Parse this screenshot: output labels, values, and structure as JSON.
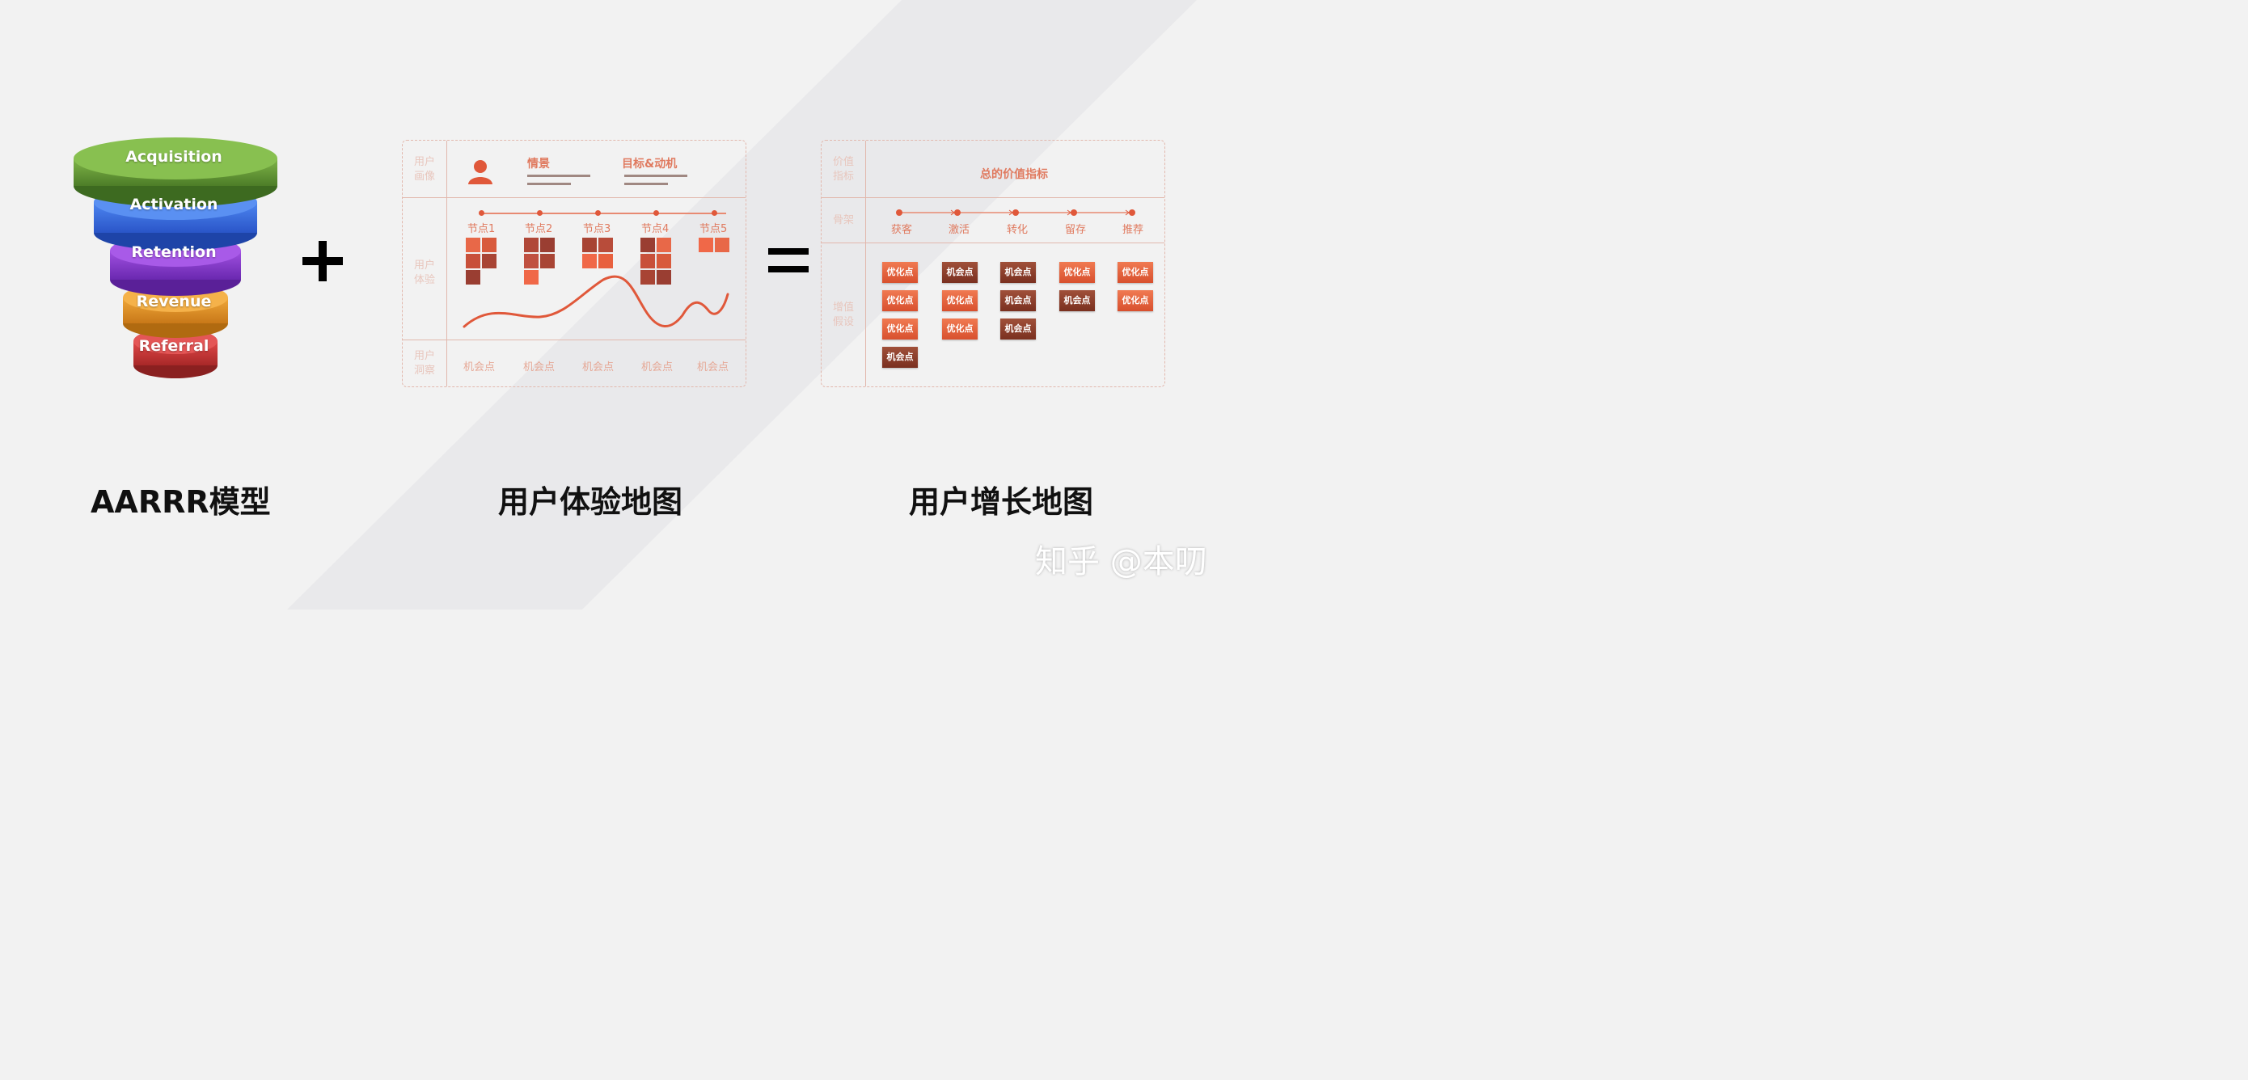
{
  "funnel": {
    "stages": [
      {
        "label": "Acquisition",
        "color": "#6ba33c"
      },
      {
        "label": "Activation",
        "color": "#3a6fe0"
      },
      {
        "label": "Retention",
        "color": "#8a3ad0"
      },
      {
        "label": "Revenue",
        "color": "#e8952a"
      },
      {
        "label": "Referral",
        "color": "#cf3a3a"
      }
    ]
  },
  "operators": {
    "plus": "+",
    "equals": "="
  },
  "experience_map": {
    "row_labels": {
      "persona": [
        "用户",
        "画像"
      ],
      "experience": [
        "用户",
        "体验"
      ],
      "insight": [
        "用户",
        "洞察"
      ]
    },
    "scenario": "情景",
    "goal": "目标&动机",
    "nodes": [
      "节点1",
      "节点2",
      "节点3",
      "节点4",
      "节点5"
    ],
    "opportunities": [
      "机会点",
      "机会点",
      "机会点",
      "机会点",
      "机会点"
    ],
    "icons": {
      "persona": "user-icon"
    },
    "colors": {
      "accent": "#e07a5f",
      "dark": "#9a4a3a",
      "light": "#f06848"
    }
  },
  "growth_map": {
    "row_labels": {
      "metric": [
        "价值",
        "指标"
      ],
      "framework": [
        "骨架"
      ],
      "hypothesis": [
        "增值",
        "假设"
      ]
    },
    "metric_title": "总的价值指标",
    "stages": [
      "获客",
      "激活",
      "转化",
      "留存",
      "推荐"
    ],
    "columns": [
      [
        "优化点",
        "优化点",
        "优化点",
        "机会点"
      ],
      [
        "机会点",
        "优化点",
        "优化点"
      ],
      [
        "机会点",
        "机会点",
        "机会点"
      ],
      [
        "优化点",
        "机会点"
      ],
      [
        "优化点",
        "优化点"
      ]
    ]
  },
  "captions": {
    "left": "AARRR模型",
    "middle": "用户体验地图",
    "right": "用户增长地图"
  },
  "watermark": "知乎 @本叨"
}
